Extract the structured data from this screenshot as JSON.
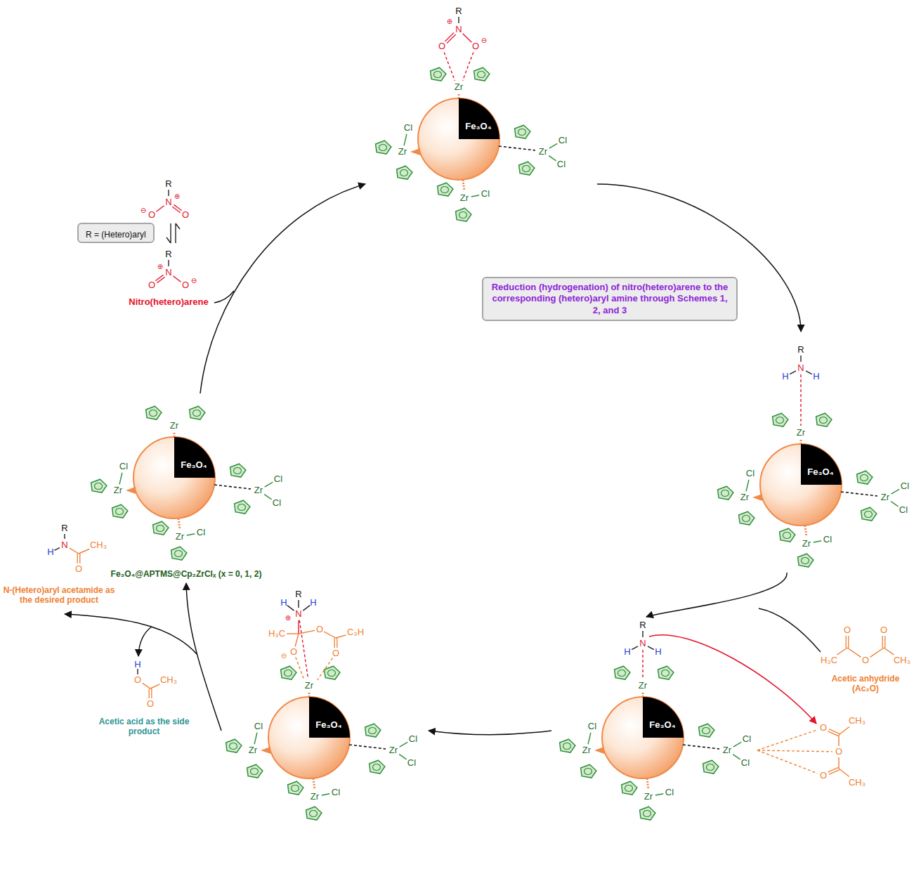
{
  "diagram": {
    "nodes": [
      {
        "text": [
          "Fe₃O₄"
        ]
      },
      {
        "text": [
          "Fe₃O₄"
        ]
      },
      {
        "text": [
          "Fe₃O₄"
        ]
      },
      {
        "text": [
          "Fe₃O₄"
        ]
      },
      {
        "text": [
          "Fe₃O₄",
          "Fe₃O₄@APTMS@Cp₂ZrClₓ (x = 0, 1, 2)"
        ]
      },
      {
        "text": [
          "R = (Hetero)aryl"
        ]
      },
      {
        "text": [
          "Reduction (hydrogenation) of nitro(hetero)arene to the corresponding (hetero)aryl amine through Schemes 1, 2, and 3"
        ]
      }
    ],
    "edges": [
      {
        "from": 4,
        "to": 0,
        "arrow": "to"
      },
      {
        "from": 0,
        "to": 1,
        "arrow": "to"
      },
      {
        "from": 1,
        "to": 2,
        "arrow": "to"
      },
      {
        "from": 2,
        "to": 3,
        "arrow": "to"
      },
      {
        "from": 3,
        "to": 4,
        "arrow": "to"
      }
    ],
    "labels": [
      "Zr",
      "Zr",
      "Cl",
      "Zr",
      "Cl",
      "Cl",
      "Zr",
      "Cl",
      "Zr",
      "Zr",
      "Cl",
      "Zr",
      "Cl",
      "Cl",
      "Zr",
      "Cl",
      "Zr",
      "Zr",
      "Cl",
      "Zr",
      "Cl",
      "Cl",
      "Zr",
      "Cl",
      "Zr",
      "Zr",
      "Cl",
      "Zr",
      "Cl",
      "Cl",
      "Zr",
      "Cl",
      "Zr",
      "Zr",
      "Cl",
      "Zr",
      "Cl",
      "Cl",
      "Zr",
      "Cl",
      "R",
      "⊕",
      "N",
      "O",
      "O",
      "⊖",
      "R",
      "⊕",
      "N",
      "⊖",
      "O",
      "O",
      "R",
      "⊕",
      "N",
      "O",
      "O",
      "⊖",
      "Nitro(hetero)arene",
      "R",
      "N",
      "H",
      "H",
      "R",
      "N",
      "H",
      "H",
      "H₃C",
      "O",
      "O",
      "O",
      "CH₃",
      "Acetic anhydride (Ac₂O)",
      "O",
      "O",
      "O",
      "CH₃",
      "CH₃",
      "R",
      "H",
      "H",
      "⊕",
      "N",
      "H₃C",
      "⊖",
      "O",
      "O",
      "O",
      "C₃H",
      "R",
      "N",
      "H",
      "CH₃",
      "O",
      "N-(Hetero)aryl acetamide as the desired product",
      "H",
      "O",
      "O",
      "CH₃",
      "Acetic acid as the side product"
    ]
  }
}
